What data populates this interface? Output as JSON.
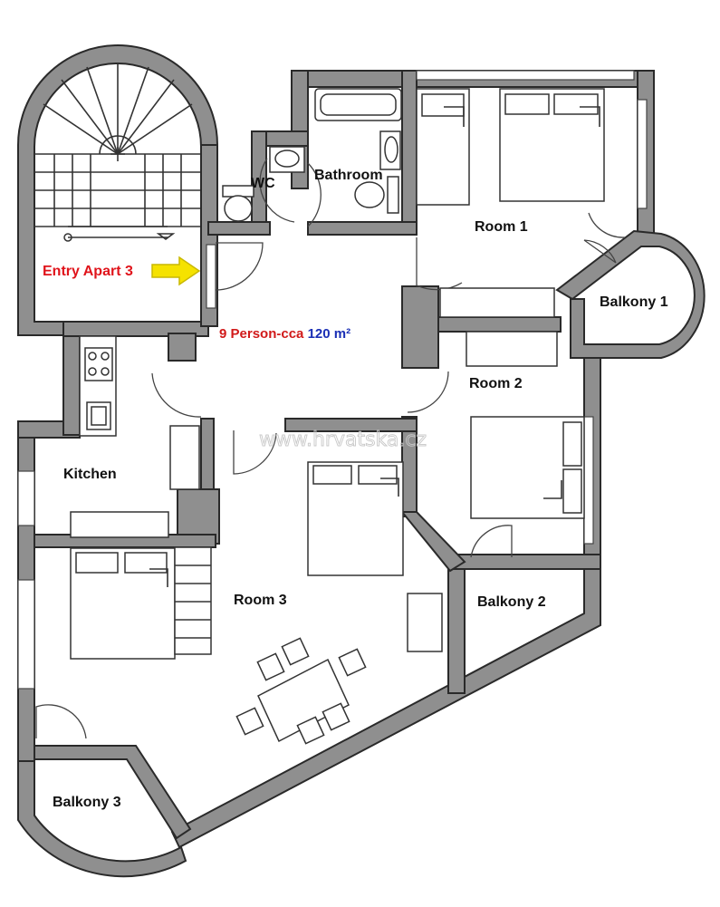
{
  "rooms": {
    "wc": "WC",
    "bathroom": "Bathroom",
    "room1": "Room 1",
    "balkony1": "Balkony 1",
    "room2": "Room 2",
    "kitchen": "Kitchen",
    "room3": "Room 3",
    "balkony2": "Balkony 2",
    "balkony3": "Balkony 3"
  },
  "entry_label": "Entry Apart 3",
  "info": {
    "persons": "9 Person",
    "separator": "-cca ",
    "area": "120 m²"
  },
  "watermark": "www.hrvatska.cz",
  "colors": {
    "wall": "#8f8f8f",
    "entry": "#e0141b",
    "arrow": "#f5e200",
    "info_red": "#d11a1a",
    "info_blue": "#1a2fb5"
  },
  "icons": [
    "stair-spiral-icon",
    "arrow-right-icon",
    "bathtub-icon",
    "toilet-icon",
    "sink-icon",
    "stove-icon",
    "bed-icon",
    "chair-icon",
    "dining-table-icon"
  ]
}
